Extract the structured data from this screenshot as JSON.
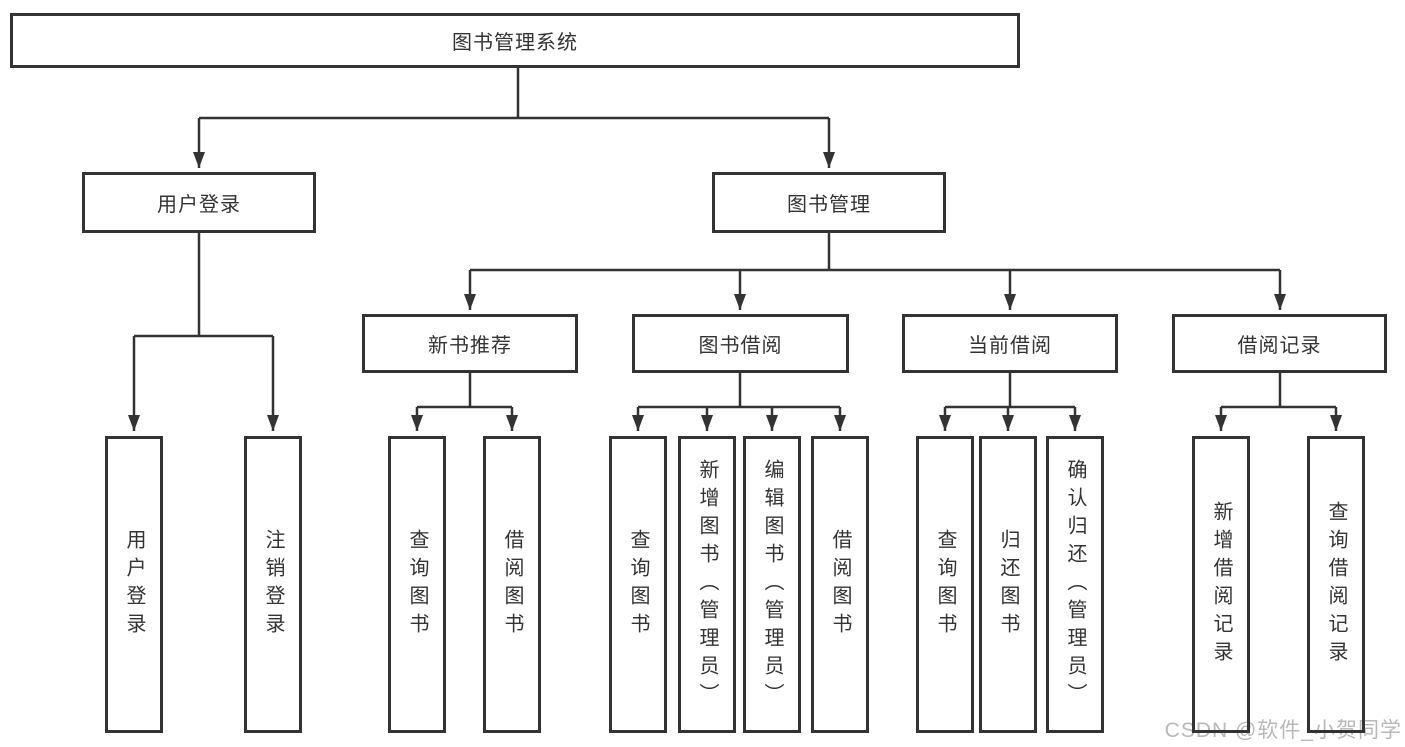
{
  "page": {
    "background_color": "#ffffff",
    "line_color": "#333333",
    "text_color": "#333333"
  },
  "watermark": {
    "text": "CSDN @软件_小贺同学",
    "color": "#b8b8b8"
  },
  "tree": {
    "root": {
      "label": "图书管理系统"
    },
    "branches": [
      {
        "label": "用户登录",
        "children": [
          {
            "label": "用户登录"
          },
          {
            "label": "注销登录"
          }
        ]
      },
      {
        "label": "图书管理",
        "children": [
          {
            "label": "新书推荐",
            "children": [
              {
                "label": "查询图书"
              },
              {
                "label": "借阅图书"
              }
            ]
          },
          {
            "label": "图书借阅",
            "children": [
              {
                "label": "查询图书"
              },
              {
                "label": "新增图书（管理员）"
              },
              {
                "label": "编辑图书（管理员）"
              },
              {
                "label": "借阅图书"
              }
            ]
          },
          {
            "label": "当前借阅",
            "children": [
              {
                "label": "查询图书"
              },
              {
                "label": "归还图书"
              },
              {
                "label": "确认归还（管理员）"
              }
            ]
          },
          {
            "label": "借阅记录",
            "children": [
              {
                "label": "新增借阅记录"
              },
              {
                "label": "查询借阅记录"
              }
            ]
          }
        ]
      }
    ]
  }
}
